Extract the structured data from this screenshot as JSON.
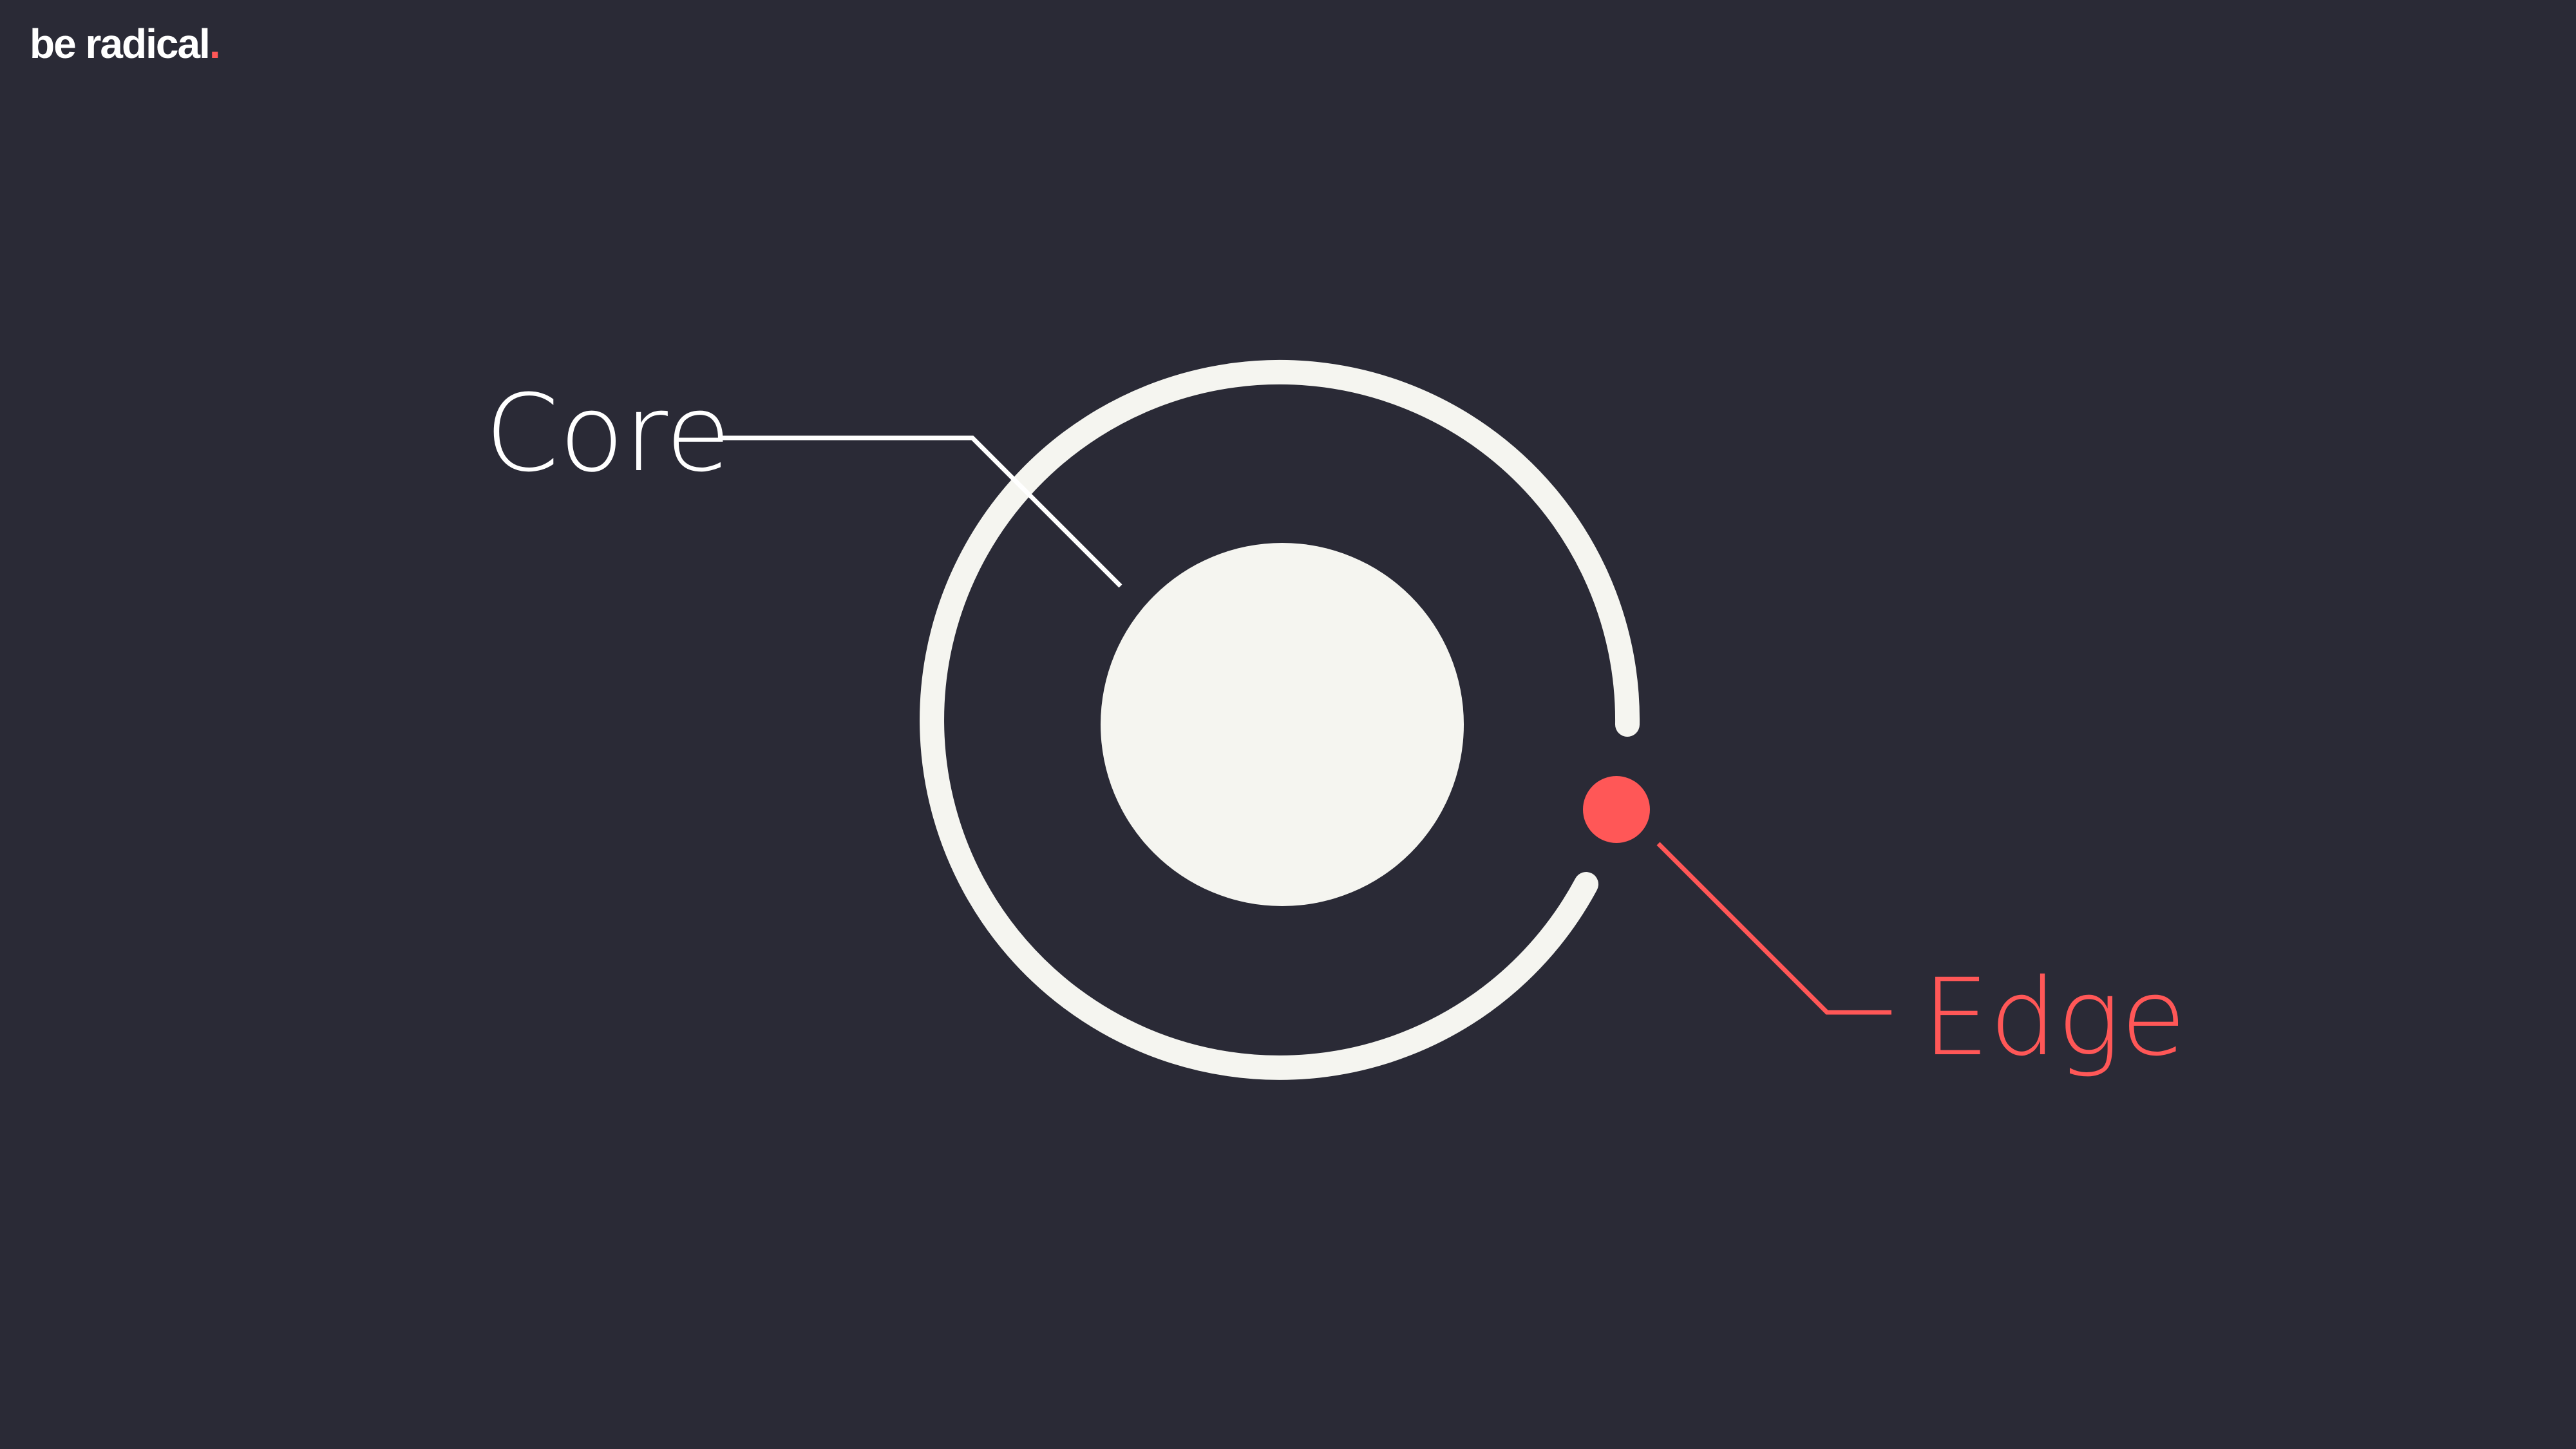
{
  "brand": {
    "text": "be radical",
    "dot": "."
  },
  "labels": {
    "core": "Core",
    "edge": "Edge"
  },
  "colors": {
    "background": "#2a2a36",
    "shape": "#f5f5f0",
    "accent": "#ff5757",
    "text": "#ffffff"
  }
}
